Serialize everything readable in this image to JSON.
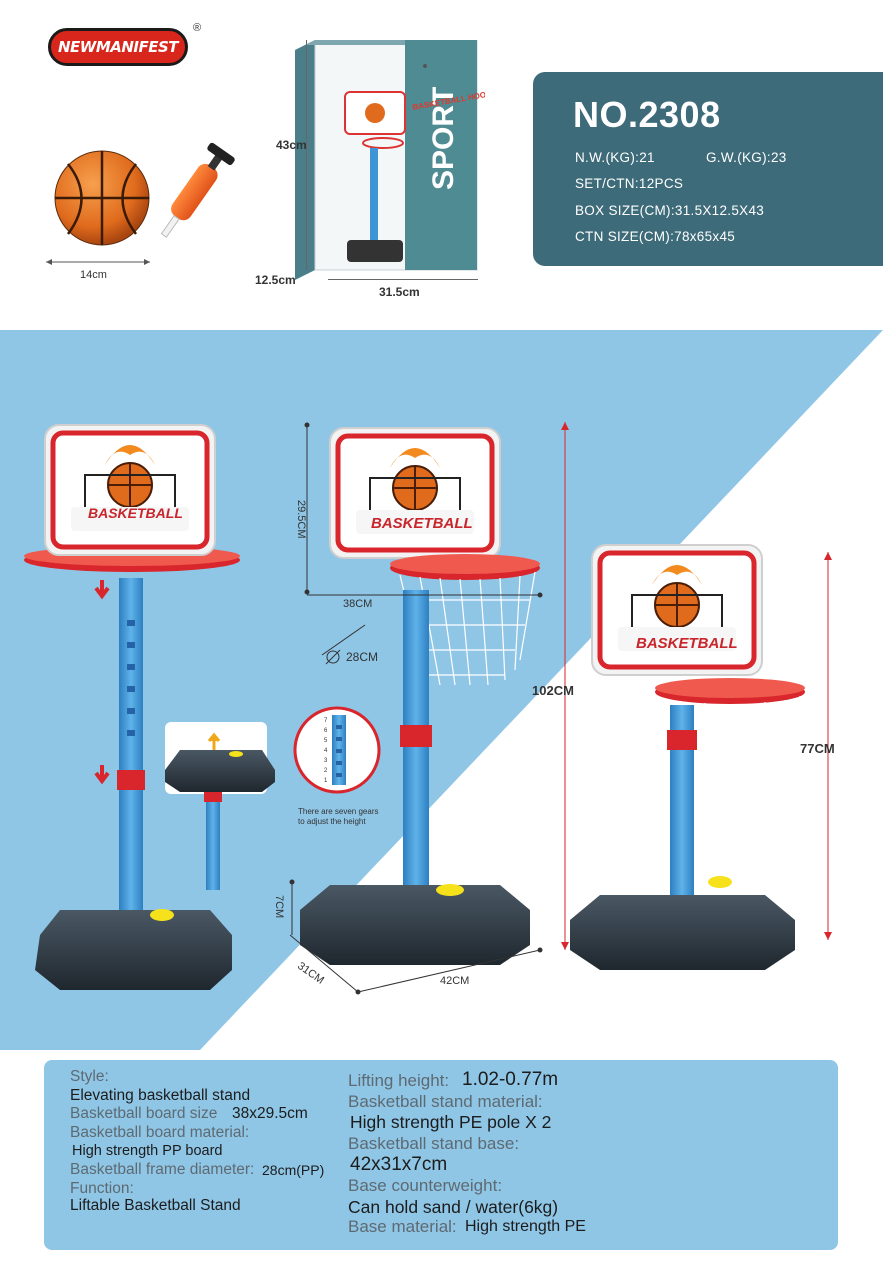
{
  "brand": {
    "logo_text": "NEWMANIFEST",
    "registered": "®"
  },
  "accessories": {
    "ball_size": "14cm"
  },
  "box": {
    "height": "43cm",
    "depth": "12.5cm",
    "width": "31.5cm",
    "box_label_hoop": "BASKETBALL HOOP",
    "box_label_sport": "SPORT"
  },
  "spec": {
    "model": "NO.2308",
    "nw": "N.W.(KG):21",
    "gw": "G.W.(KG):23",
    "set_ctn": "SET/CTN:12PCS",
    "box_size": "BOX SIZE(CM):31.5X12.5X43",
    "ctn_size": "CTN SIZE(CM):78x65x45"
  },
  "product": {
    "board_text": "BASKETBALL",
    "board_height": "29.5CM",
    "board_width": "38CM",
    "rim_diameter": "28CM",
    "max_height": "102CM",
    "min_height": "77CM",
    "base_height": "7CM",
    "base_depth": "31CM",
    "base_width": "42CM",
    "gears_note_1": "There are seven gears",
    "gears_note_2": "to adjust the height",
    "gear_numbers": [
      "7",
      "6",
      "5",
      "4",
      "3",
      "2",
      "1"
    ]
  },
  "details": {
    "style_label": "Style:",
    "style_value": "Elevating basketball stand",
    "board_size_label": "Basketball board size",
    "board_size_value": "38x29.5cm",
    "board_material_label": "Basketball board material:",
    "board_material_value": "High strength PP board",
    "frame_diameter_label": "Basketball frame diameter:",
    "frame_diameter_value": "28cm(PP)",
    "function_label": "Function:",
    "function_value": "Liftable Basketball Stand",
    "lifting_label": "Lifting height:",
    "lifting_value": "1.02-0.77m",
    "stand_material_label": "Basketball stand material:",
    "stand_material_value": "High strength PE pole X 2",
    "stand_base_label": "Basketball stand base:",
    "stand_base_value": "42x31x7cm",
    "counterweight_label": "Base counterweight:",
    "counterweight_value": "Can hold sand / water(6kg)",
    "base_material_label": "Base material:",
    "base_material_value": "High strength PE"
  },
  "colors": {
    "panel": "#3e6b79",
    "sky": "#8fc6e6",
    "pole": "#3d95d6",
    "rim": "#e0382d",
    "base": "#2f3a44"
  }
}
